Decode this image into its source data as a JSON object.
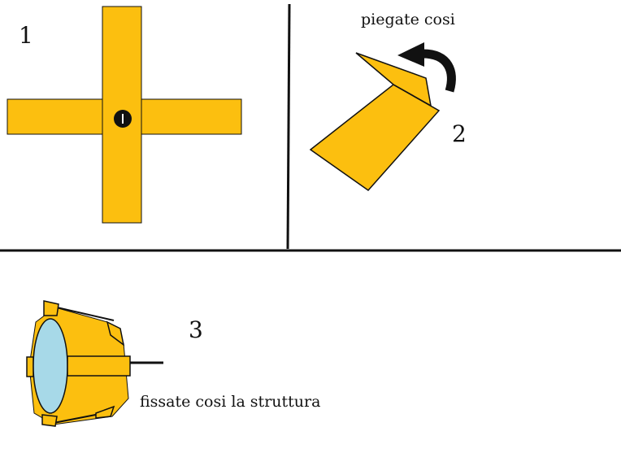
{
  "steps": [
    {
      "number": "1",
      "caption": ""
    },
    {
      "number": "2",
      "caption": "piegate cosi"
    },
    {
      "number": "3",
      "caption": "fissate cosi la struttura"
    }
  ],
  "colors": {
    "paper_yellow": "#fcbf0f",
    "outline": "#111111",
    "lens_blue": "#a7d9e8",
    "divider": "#111111"
  }
}
